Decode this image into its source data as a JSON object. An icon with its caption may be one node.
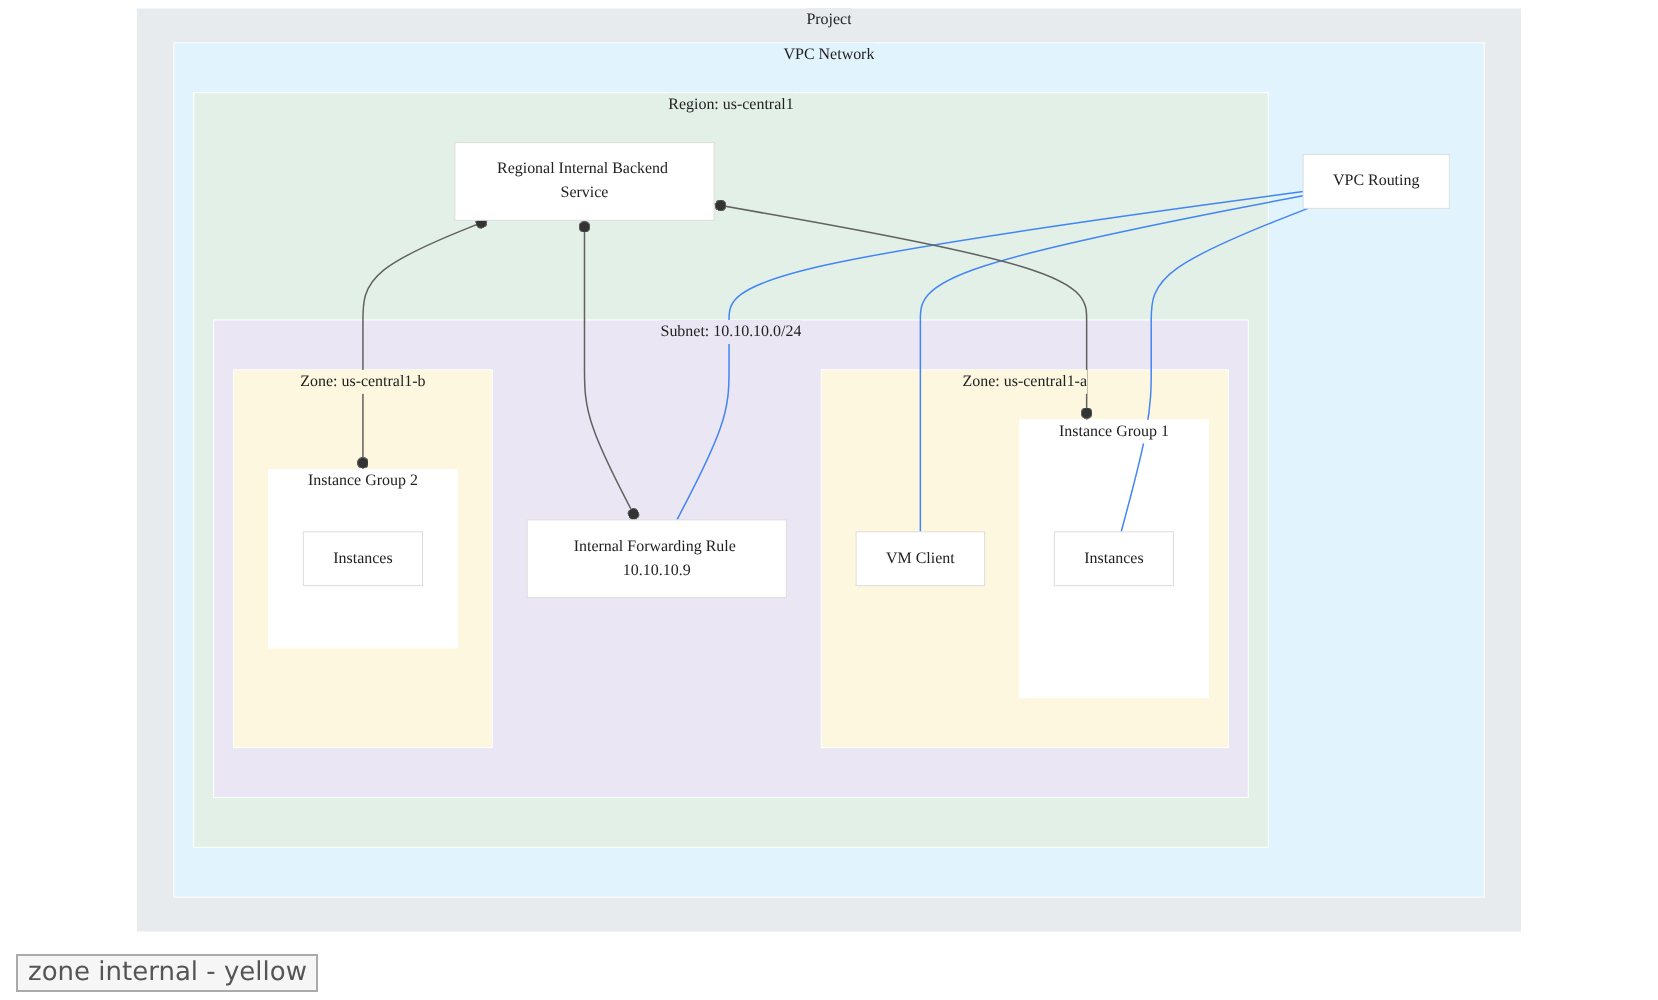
{
  "diagram": {
    "nodes": [
      {
        "text": [
          "Project"
        ]
      },
      {
        "text": [
          "VPC Network"
        ],
        "in": 0
      },
      {
        "text": [
          "VPC Routing"
        ],
        "in": 1
      },
      {
        "text": [
          "Region: us-central1"
        ],
        "in": 1
      },
      {
        "text": [
          "Regional Internal Backend Service"
        ],
        "in": 3
      },
      {
        "text": [
          "Subnet: 10.10.10.0/24"
        ],
        "in": 3
      },
      {
        "text": [
          "Internal Forwarding Rule 10.10.10.9"
        ],
        "in": 5
      },
      {
        "text": [
          "Zone: us-central1-a"
        ],
        "in": 5
      },
      {
        "text": [
          "VM Client"
        ],
        "in": 7
      },
      {
        "text": [
          "Instance Group 1"
        ],
        "in": 7
      },
      {
        "text": [
          "Instances"
        ],
        "in": 9
      },
      {
        "text": [
          "Zone: us-central1-b"
        ],
        "in": 5
      },
      {
        "text": [
          "Instance Group 2"
        ],
        "in": 11
      },
      {
        "text": [
          "Instances"
        ],
        "in": 12
      }
    ],
    "edges": [
      {
        "from": 2,
        "to": 6,
        "arrow": "none",
        "color": "#4285f4"
      },
      {
        "from": 2,
        "to": 8,
        "arrow": "none",
        "color": "#4285f4"
      },
      {
        "from": 2,
        "to": 10,
        "arrow": "none",
        "color": "#4285f4"
      },
      {
        "from": 4,
        "to": 6,
        "arrow": "other",
        "color": "#616161"
      },
      {
        "from": 4,
        "to": 9,
        "arrow": "other",
        "color": "#616161"
      },
      {
        "from": 4,
        "to": 12,
        "arrow": "other",
        "color": "#616161"
      }
    ],
    "labels": [
      "zone internal - yellow"
    ]
  }
}
